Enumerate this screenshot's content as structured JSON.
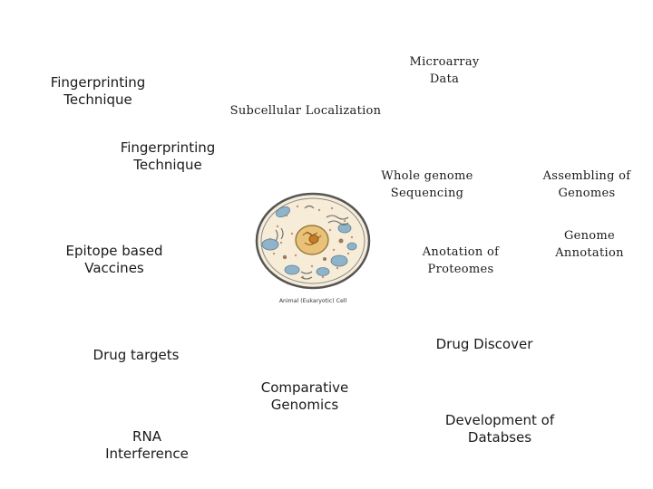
{
  "labels": {
    "microarray_data": "Microarray\nData",
    "fingerprinting_technique_top": "Fingerprinting\nTechnique",
    "subcellular_localization": "Subcellular Localization",
    "fingerprinting_technique_mid": "Fingerprinting\nTechnique",
    "whole_genome_sequencing": "Whole genome\nSequencing",
    "assembling_of_genomes": "Assembling of\nGenomes",
    "genome_annotation": "Genome\nAnnotation",
    "epitope_based_vaccines": "Epitope based\nVaccines",
    "anotation_of_proteomes": "Anotation of\nProteomes",
    "drug_discover": "Drug Discover",
    "drug_targets": "Drug targets",
    "comparative_genomics": "Comparative\nGenomics",
    "development_of_databses": "Development of\nDatabses",
    "rna_interference": "RNA\nInterference"
  },
  "figure": {
    "caption": "Animal (Eukaryotic) Cell",
    "icon": "animal-cell-illustration"
  },
  "colors": {
    "text": "#1a1a1a",
    "cell_outline": "#555555",
    "nucleus": "#d9a441",
    "organelle_blue": "#8fb3c9",
    "cytoplasm_dots": "#c4956a"
  }
}
